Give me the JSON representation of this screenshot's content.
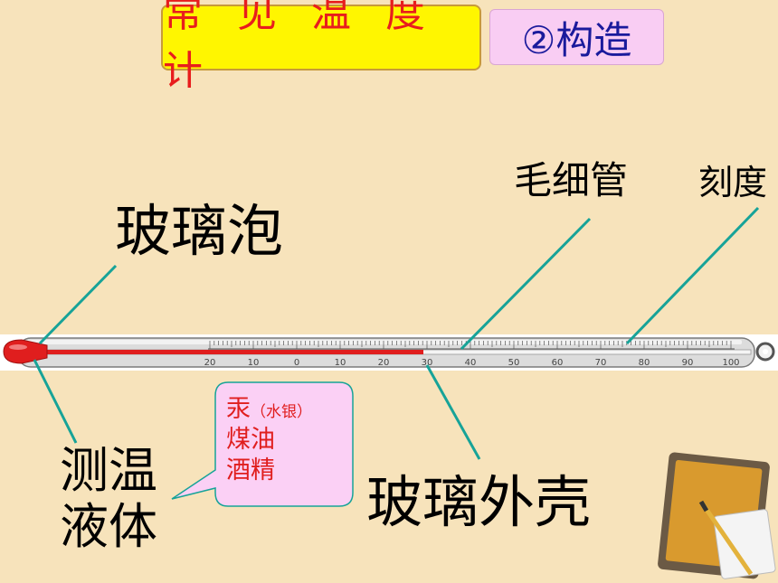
{
  "title": "常 见 温 度 计",
  "subtitle": "②构造",
  "labels": {
    "bulb": "玻璃泡",
    "capillary": "毛细管",
    "scale": "刻度",
    "liquid_line1": "测温",
    "liquid_line2": "液体",
    "shell": "玻璃外壳"
  },
  "callout": {
    "item1": "汞",
    "item1_note": "（水银）",
    "item2": "煤油",
    "item3": "酒精"
  },
  "scale_ticks": [
    "20",
    "10",
    "0",
    "10",
    "20",
    "30",
    "40",
    "50",
    "60",
    "70",
    "80",
    "90",
    "100"
  ],
  "colors": {
    "background": "#f7e3bb",
    "title_bg": "#fff600",
    "title_text": "#e81d1d",
    "subtitle_bg": "#f9cdf3",
    "subtitle_text": "#1a1a9c",
    "leader_line": "#17a398",
    "liquid": "#e01e1e"
  }
}
